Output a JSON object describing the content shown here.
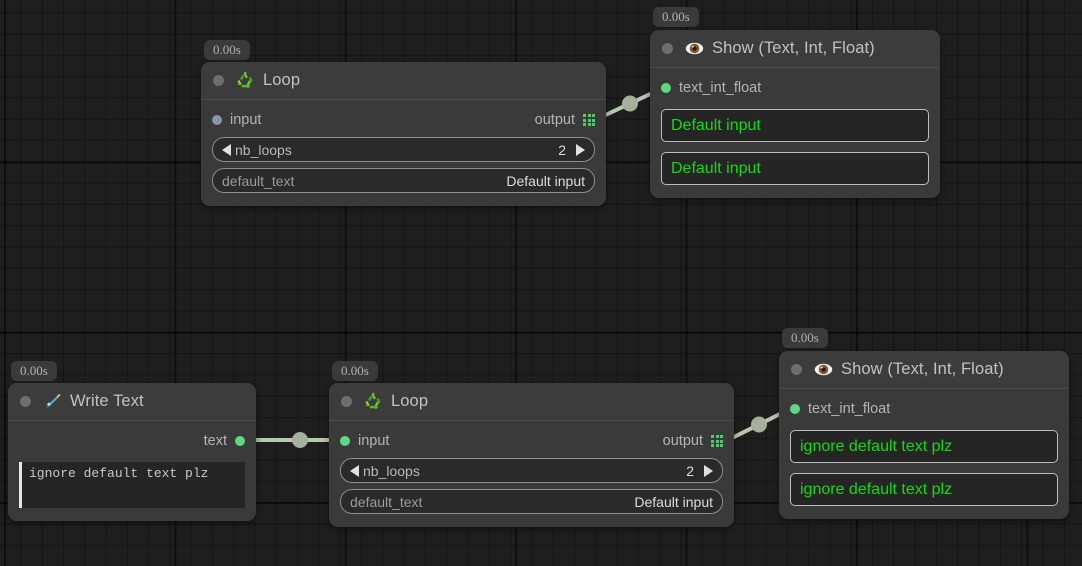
{
  "canvas": {
    "background": "#1e1e1e",
    "grid_minor_color": "#181818",
    "grid_major_color": "#111111",
    "wire_color": "#b9c6b2",
    "accent_green": "#5fd97f",
    "value_green": "#10dd10"
  },
  "nodes": [
    {
      "id": "loop-top",
      "timestamp": "0.00s",
      "icon": "recycle-icon",
      "title": "Loop",
      "input": {
        "label": "input",
        "dot": "blue"
      },
      "output": {
        "label": "output",
        "icon": "grid-icon"
      },
      "params": [
        {
          "name": "nb_loops",
          "value": "2",
          "stepper": true
        },
        {
          "name": "default_text",
          "value": "Default input",
          "stepper": false
        }
      ]
    },
    {
      "id": "show-top",
      "timestamp": "0.00s",
      "icon": "eye-icon",
      "title": "Show (Text, Int, Float)",
      "input": {
        "label": "text_int_float",
        "dot": "green"
      },
      "outputs": [
        "Default input",
        "Default input"
      ]
    },
    {
      "id": "write-text",
      "timestamp": "0.00s",
      "icon": "pen-icon",
      "title": "Write Text",
      "output": {
        "label": "text",
        "dot": "green"
      },
      "editor_text": "ignore default text plz"
    },
    {
      "id": "loop-bottom",
      "timestamp": "0.00s",
      "icon": "recycle-icon",
      "title": "Loop",
      "input": {
        "label": "input",
        "dot": "green"
      },
      "output": {
        "label": "output",
        "icon": "grid-icon"
      },
      "params": [
        {
          "name": "nb_loops",
          "value": "2",
          "stepper": true
        },
        {
          "name": "default_text",
          "value": "Default input",
          "stepper": false
        }
      ]
    },
    {
      "id": "show-bottom",
      "timestamp": "0.00s",
      "icon": "eye-icon",
      "title": "Show (Text, Int, Float)",
      "input": {
        "label": "text_int_float",
        "dot": "green"
      },
      "outputs": [
        "ignore default text plz",
        "ignore default text plz"
      ]
    }
  ],
  "connections": [
    {
      "from": "loop-top.output",
      "to": "show-top.text_int_float"
    },
    {
      "from": "write-text.text",
      "to": "loop-bottom.input"
    },
    {
      "from": "loop-bottom.output",
      "to": "show-bottom.text_int_float"
    }
  ]
}
